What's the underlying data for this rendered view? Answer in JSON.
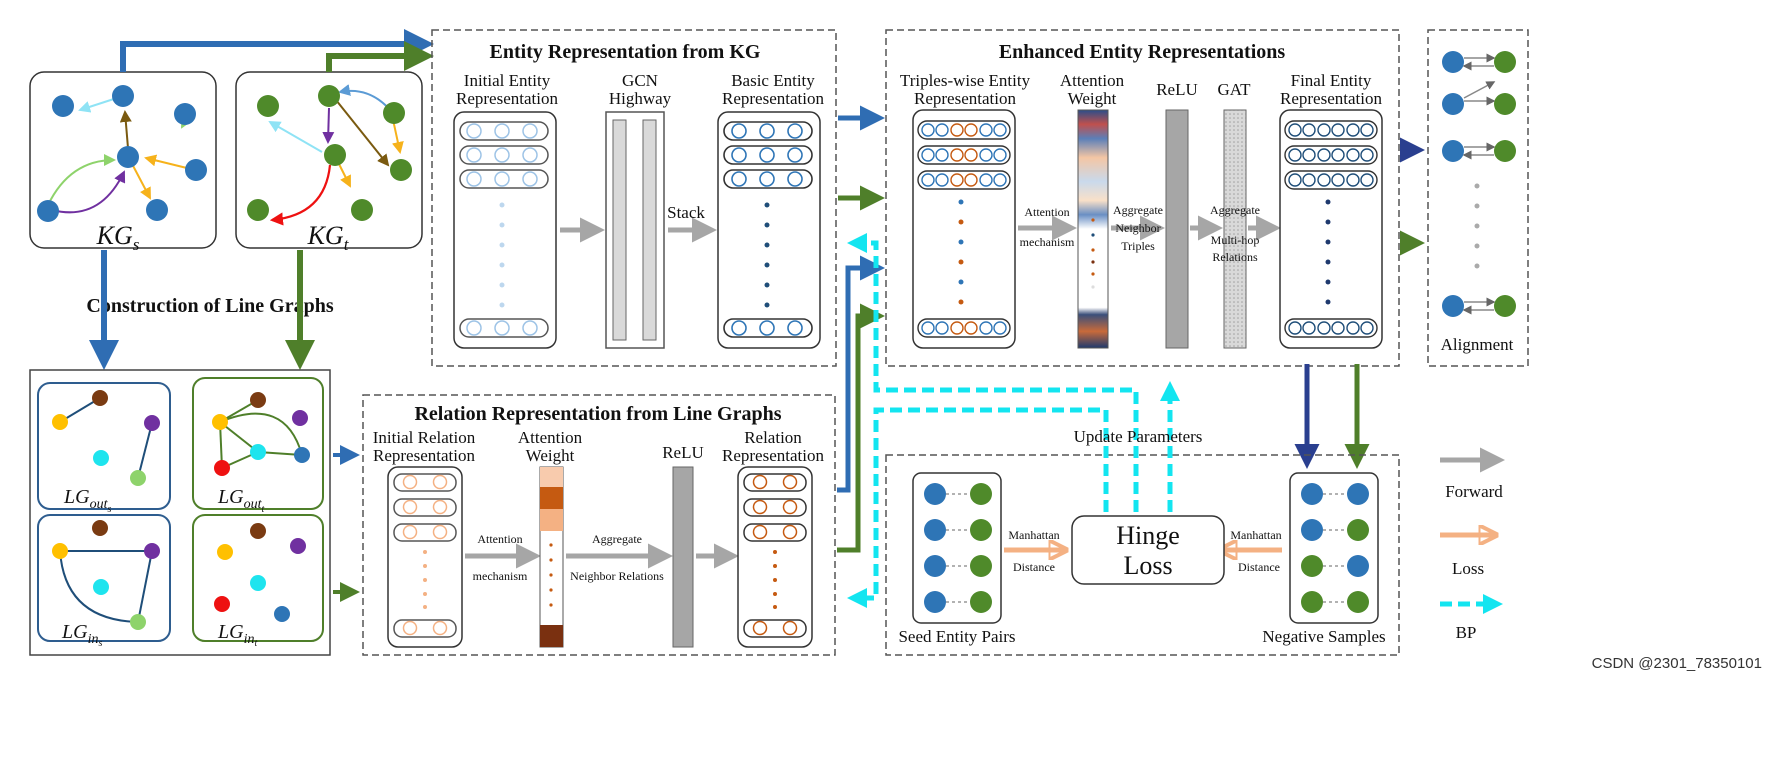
{
  "kg_panels": {
    "source": "KG",
    "source_sub": "s",
    "target": "KG",
    "target_sub": "t"
  },
  "construction_label": "Construction of Line Graphs",
  "line_graphs": {
    "out_s": {
      "base": "LG",
      "sub": "out",
      "subsub": "s"
    },
    "out_t": {
      "base": "LG",
      "sub": "out",
      "subsub": "t"
    },
    "in_s": {
      "base": "LG",
      "sub": "in",
      "subsub": "s"
    },
    "in_t": {
      "base": "LG",
      "sub": "in",
      "subsub": "t"
    }
  },
  "entity_kg": {
    "title": "Entity Representation from KG",
    "initial": [
      "Initial Entity",
      "Representation"
    ],
    "gcn": [
      "GCN",
      "Highway"
    ],
    "stack": "Stack",
    "basic": [
      "Basic Entity",
      "Representation"
    ]
  },
  "relation_lg": {
    "title": "Relation Representation from Line Graphs",
    "initial": [
      "Initial Relation",
      "Representation"
    ],
    "attention_weight": [
      "Attention",
      "Weight"
    ],
    "relu": "ReLU",
    "relation_rep": [
      "Relation",
      "Representation"
    ],
    "attn_mech": [
      "Attention",
      "mechanism"
    ],
    "aggregate": [
      "Aggregate",
      "Neighbor Relations"
    ]
  },
  "enhanced": {
    "title": "Enhanced Entity Representations",
    "triples": [
      "Triples-wise Entity",
      "Representation"
    ],
    "attention_weight": [
      "Attention",
      "Weight"
    ],
    "relu": "ReLU",
    "gat": "GAT",
    "final": [
      "Final Entity",
      "Representation"
    ],
    "attn_mech": [
      "Attention",
      "mechanism"
    ],
    "agg_triples": [
      "Aggregate",
      "Neighbor",
      "Triples"
    ],
    "agg_multihop": [
      "Aggregate",
      "Multi-hop",
      "Relations"
    ]
  },
  "alignment_label": "Alignment",
  "loss_section": {
    "update_params": "Update Parameters",
    "hinge": [
      "Hinge",
      "Loss"
    ],
    "manhattan": [
      "Manhattan",
      "Distance"
    ],
    "seed": "Seed Entity Pairs",
    "negative": "Negative Samples"
  },
  "legend": {
    "forward": "Forward",
    "loss": "Loss",
    "bp": "BP"
  },
  "watermark": "CSDN @2301_78350101",
  "colors": {
    "blue": "#2f6db3",
    "green": "#4f7f2a",
    "navy": "#2a3f8f",
    "cyan": "#13e5f0",
    "loss": "#f4b183",
    "gray": "#a6a6a6"
  }
}
